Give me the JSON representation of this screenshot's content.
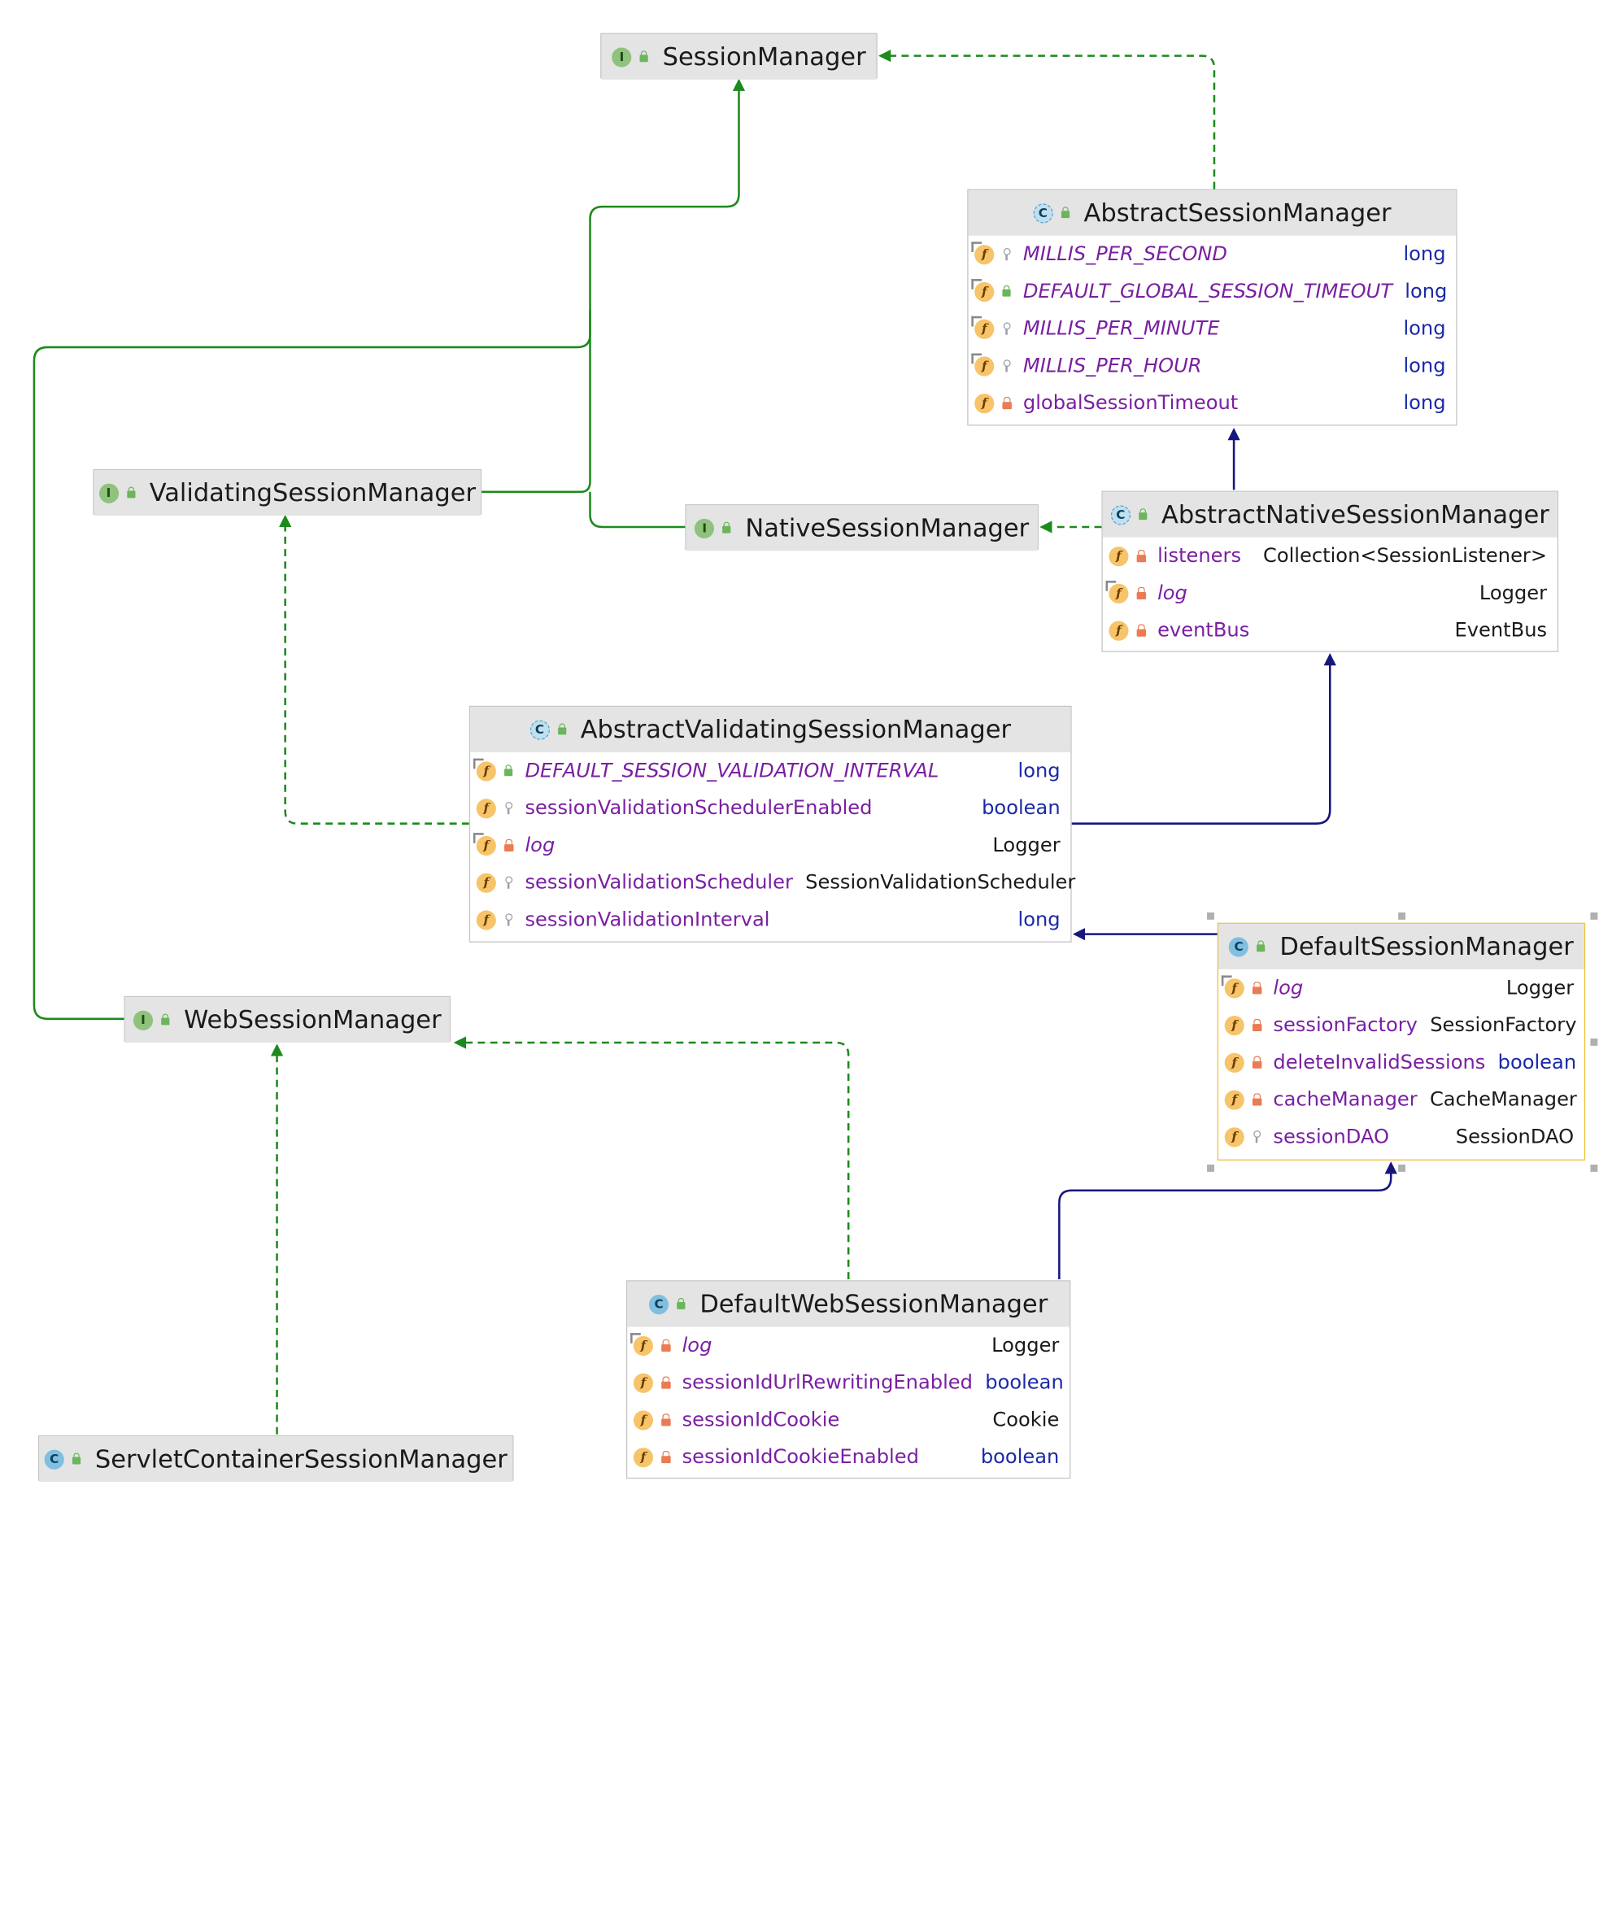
{
  "nodes": {
    "session_manager": {
      "name": "SessionManager",
      "kind": "interface"
    },
    "abstract_session_manager": {
      "name": "AbstractSessionManager",
      "kind": "abstract",
      "fields": [
        {
          "name": "MILLIS_PER_SECOND",
          "type": "long",
          "static": true,
          "visibility": "package"
        },
        {
          "name": "DEFAULT_GLOBAL_SESSION_TIMEOUT",
          "type": "long",
          "static": true,
          "visibility": "public"
        },
        {
          "name": "MILLIS_PER_MINUTE",
          "type": "long",
          "static": true,
          "visibility": "package"
        },
        {
          "name": "MILLIS_PER_HOUR",
          "type": "long",
          "static": true,
          "visibility": "package"
        },
        {
          "name": "globalSessionTimeout",
          "type": "long",
          "static": false,
          "visibility": "private"
        }
      ]
    },
    "validating_session_manager": {
      "name": "ValidatingSessionManager",
      "kind": "interface"
    },
    "native_session_manager": {
      "name": "NativeSessionManager",
      "kind": "interface"
    },
    "abstract_native_session_manager": {
      "name": "AbstractNativeSessionManager",
      "kind": "abstract",
      "fields": [
        {
          "name": "listeners",
          "type": "Collection<SessionListener>",
          "static": false,
          "visibility": "private"
        },
        {
          "name": "log",
          "type": "Logger",
          "static": true,
          "visibility": "private"
        },
        {
          "name": "eventBus",
          "type": "EventBus",
          "static": false,
          "visibility": "private"
        }
      ]
    },
    "abstract_validating_session_manager": {
      "name": "AbstractValidatingSessionManager",
      "kind": "abstract",
      "fields": [
        {
          "name": "DEFAULT_SESSION_VALIDATION_INTERVAL",
          "type": "long",
          "static": true,
          "visibility": "public"
        },
        {
          "name": "sessionValidationSchedulerEnabled",
          "type": "boolean",
          "static": false,
          "visibility": "package"
        },
        {
          "name": "log",
          "type": "Logger",
          "static": true,
          "visibility": "private"
        },
        {
          "name": "sessionValidationScheduler",
          "type": "SessionValidationScheduler",
          "static": false,
          "visibility": "package"
        },
        {
          "name": "sessionValidationInterval",
          "type": "long",
          "static": false,
          "visibility": "package"
        }
      ]
    },
    "default_session_manager": {
      "name": "DefaultSessionManager",
      "kind": "class",
      "fields": [
        {
          "name": "log",
          "type": "Logger",
          "static": true,
          "visibility": "private"
        },
        {
          "name": "sessionFactory",
          "type": "SessionFactory",
          "static": false,
          "visibility": "private"
        },
        {
          "name": "deleteInvalidSessions",
          "type": "boolean",
          "static": false,
          "visibility": "private"
        },
        {
          "name": "cacheManager",
          "type": "CacheManager",
          "static": false,
          "visibility": "private"
        },
        {
          "name": "sessionDAO",
          "type": "SessionDAO",
          "static": false,
          "visibility": "package"
        }
      ]
    },
    "web_session_manager": {
      "name": "WebSessionManager",
      "kind": "interface"
    },
    "default_web_session_manager": {
      "name": "DefaultWebSessionManager",
      "kind": "class",
      "fields": [
        {
          "name": "log",
          "type": "Logger",
          "static": true,
          "visibility": "private"
        },
        {
          "name": "sessionIdUrlRewritingEnabled",
          "type": "boolean",
          "static": false,
          "visibility": "private"
        },
        {
          "name": "sessionIdCookie",
          "type": "Cookie",
          "static": false,
          "visibility": "private"
        },
        {
          "name": "sessionIdCookieEnabled",
          "type": "boolean",
          "static": false,
          "visibility": "private"
        }
      ]
    },
    "servlet_container_session_manager": {
      "name": "ServletContainerSessionManager",
      "kind": "class"
    }
  },
  "icon_letters": {
    "interface": "I",
    "class": "C",
    "field": "f"
  },
  "colors": {
    "implements_edge": "#1c8a1c",
    "extends_interface_edge": "#1c8a1c",
    "extends_class_edge": "#16167e",
    "field_name": "#7a1fa2",
    "primitive_type": "#1a2aa8",
    "selection_border": "#f0c030"
  }
}
